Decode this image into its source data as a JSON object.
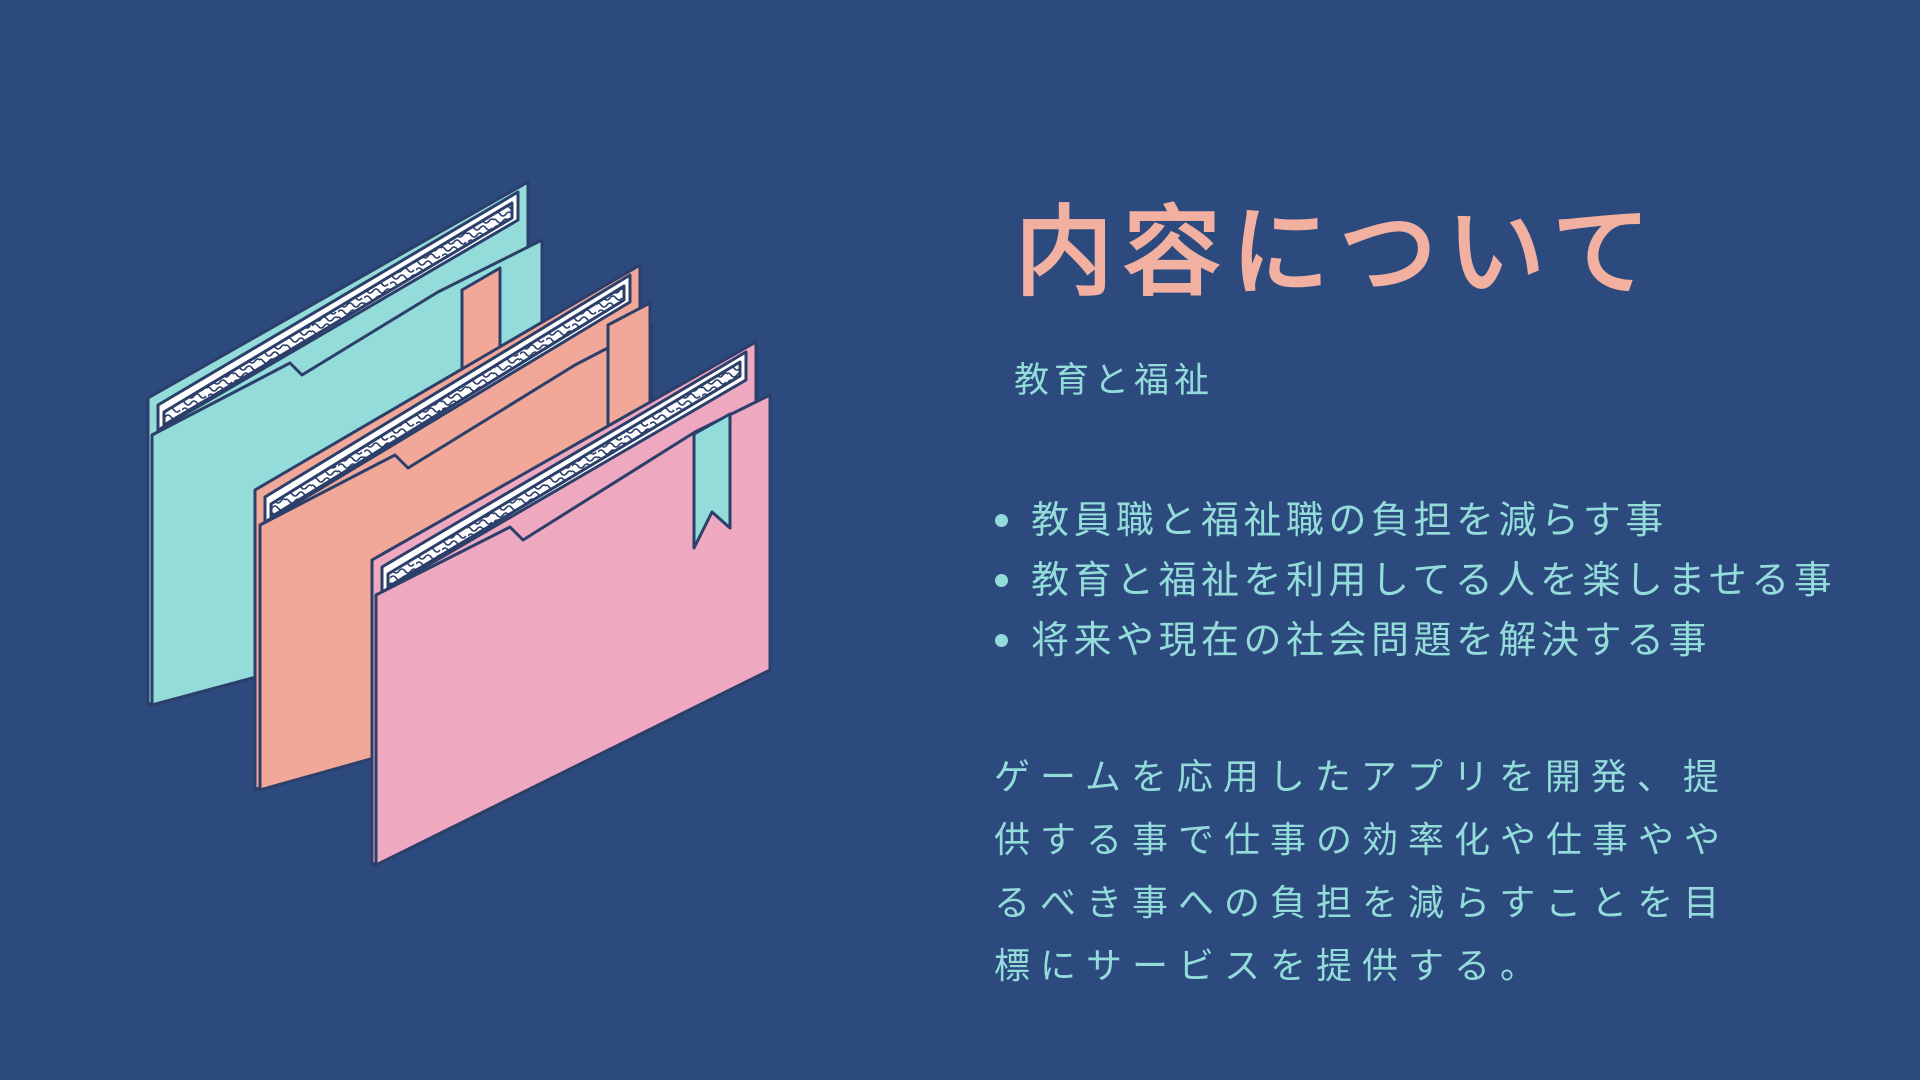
{
  "slide": {
    "title": "内容について",
    "subtitle": "教育と福祉",
    "bullets": [
      "教員職と福祉職の負担を減らす事",
      "教育と福祉を利用してる人を楽しませる事",
      "将来や現在の社会問題を解決する事"
    ],
    "description": "ゲームを応用したアプリを開発、提供する事で仕事の効率化や仕事ややるべき事への負担を減らすことを目標にサービスを提供する。"
  },
  "illustration": {
    "icon": "folders-icon",
    "colors": {
      "background": "#2c4a7e",
      "teal_folder": "#93dcda",
      "salmon_folder": "#f1a898",
      "pink_folder": "#eea8c0",
      "outline": "#2b3f6a"
    }
  },
  "colors": {
    "title": "#f1b0a0",
    "body_text": "#93dcda"
  }
}
